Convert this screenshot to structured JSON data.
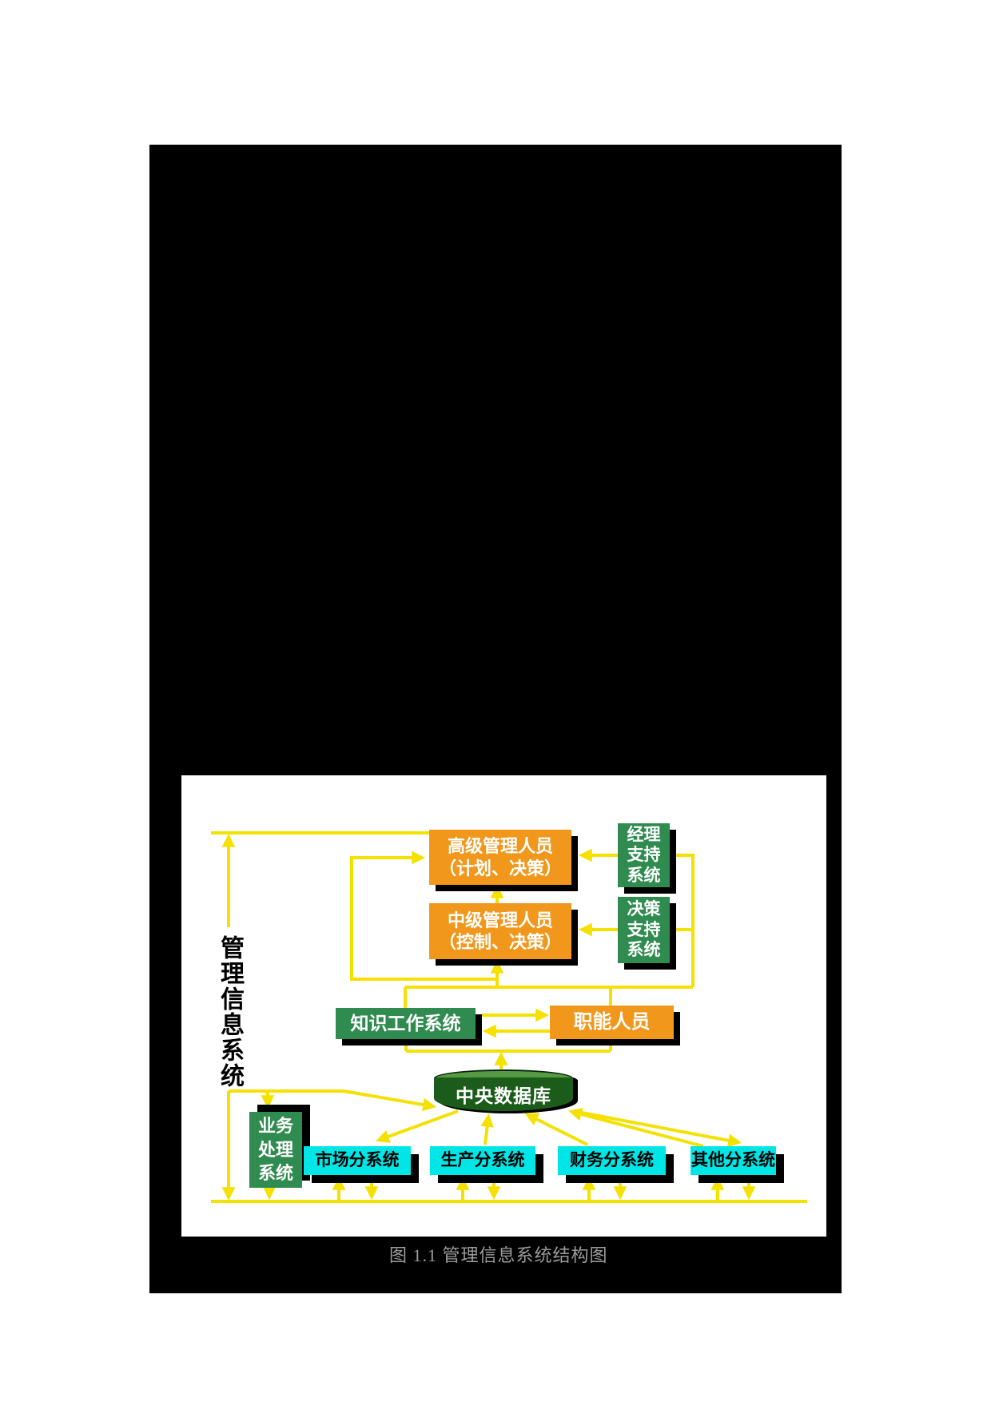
{
  "figure": {
    "caption": "图 1.1  管理信息系统结构图",
    "side_label": "管理信息系统",
    "colors": {
      "connector_yellow": "#F5E100",
      "box_orange": "#F0971C",
      "box_green": "#2F8B4F",
      "box_cyan": "#00E6E6",
      "cylinder_body_green": "#1B5C1B",
      "cylinder_top_green": "#569A43",
      "shadow_black": "#000000",
      "caption_gray": "#9c9c9c"
    },
    "boxes": {
      "senior": {
        "line1": "高级管理人员",
        "line2": "（计划、决策）"
      },
      "ess": {
        "line1": "经理",
        "line2": "支持",
        "line3": "系统"
      },
      "middle": {
        "line1": "中级管理人员",
        "line2": "（控制、决策）"
      },
      "dss": {
        "line1": "决策",
        "line2": "支持",
        "line3": "系统"
      },
      "kws": {
        "label": "知识工作系统"
      },
      "staff": {
        "label": "职能人员"
      },
      "db": {
        "label": "中央数据库"
      },
      "tps": {
        "line1": "业务",
        "line2": "处理",
        "line3": "系统"
      },
      "market": {
        "label": "市场分系统"
      },
      "production": {
        "label": "生产分系统"
      },
      "finance": {
        "label": "财务分系统"
      },
      "other": {
        "label": "其他分系统"
      }
    }
  }
}
